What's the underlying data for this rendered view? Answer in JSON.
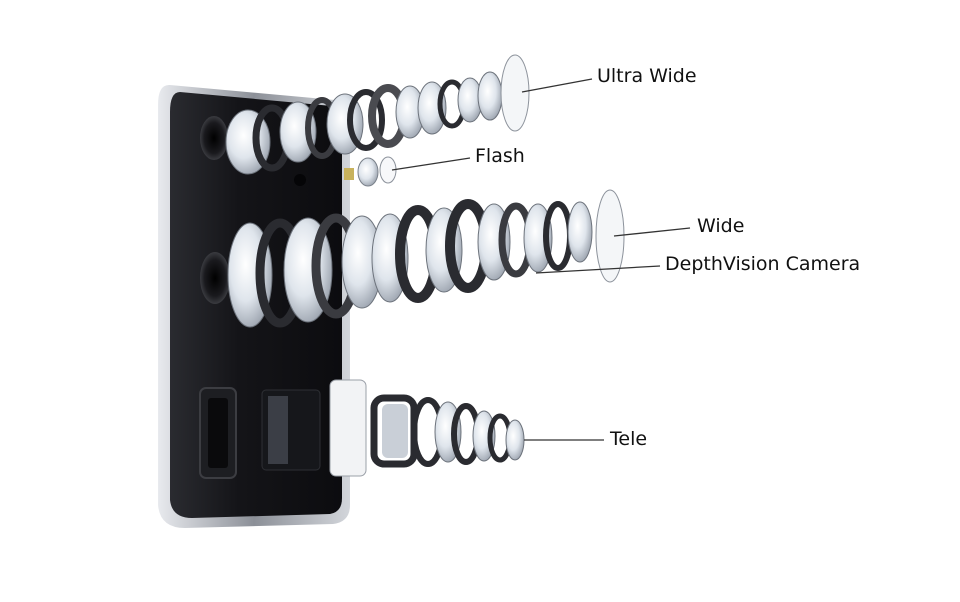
{
  "labels": {
    "ultra_wide": "Ultra Wide",
    "flash": "Flash",
    "wide": "Wide",
    "depthvision": "DepthVision Camera",
    "tele": "Tele"
  },
  "colors": {
    "body_dark": "#111114",
    "frame_silver": "#b9bcc2",
    "lens_ring": "#2a2b30",
    "glass": "#cfd6df",
    "leader_line": "#333333"
  }
}
